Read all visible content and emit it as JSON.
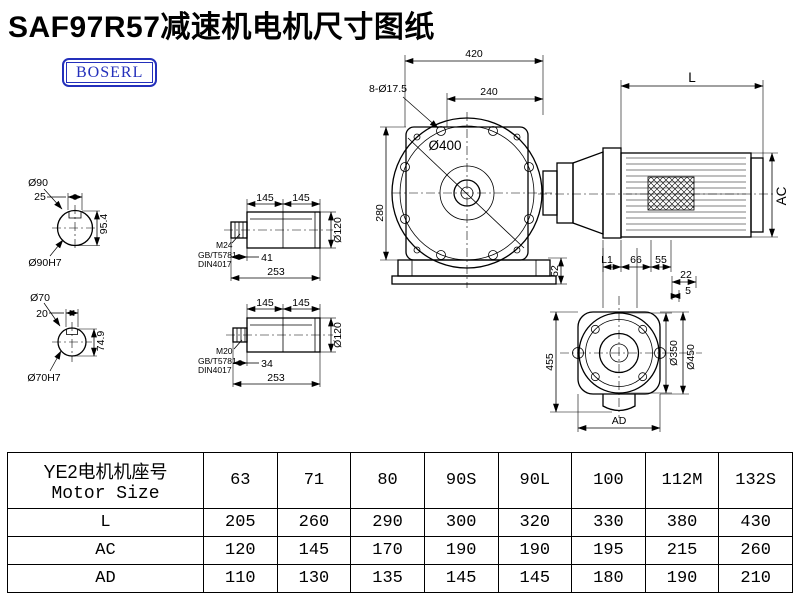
{
  "page": {
    "title": "SAF97R57减速机电机尺寸图纸",
    "logo": "BOSERL"
  },
  "drawing": {
    "front_view": {
      "dim_width": "420",
      "dim_inner": "240",
      "holes_label": "8-Ø17.5",
      "dia_label": "Ø400",
      "dim_height": "280",
      "dim_base": "52"
    },
    "side_view": {
      "dim_length": "L",
      "dim_ac": "AC"
    },
    "flange_view": {
      "dim_l1": "L1",
      "dim_66": "66",
      "dim_55": "55",
      "dim_22": "22",
      "dim_5": "5",
      "dim_455": "455",
      "dia_350": "Ø350",
      "dia_450": "Ø450",
      "dim_ad": "AD"
    },
    "shaft_end_1": {
      "dia": "Ø90",
      "key_width": "25",
      "key_height": "95.4",
      "dia_tol": "Ø90H7"
    },
    "shaft_end_2": {
      "dia": "Ø70",
      "key_width": "20",
      "key_height": "74.9",
      "dia_tol": "Ø70H7"
    },
    "shaft_side_1": {
      "len_a": "145",
      "len_b": "145",
      "dia": "Ø120",
      "thread": "M24",
      "std_gb": "GB/T5781",
      "std_din": "DIN4017",
      "stud_len": "41",
      "total_len": "253"
    },
    "shaft_side_2": {
      "len_a": "145",
      "len_b": "145",
      "dia": "Ø120",
      "thread": "M20",
      "std_gb": "GB/T5781",
      "std_din": "DIN4017",
      "stud_len": "34",
      "total_len": "253"
    }
  },
  "table": {
    "header_cn": "YE2电机机座号",
    "header_en": "Motor Size",
    "sizes": [
      "63",
      "71",
      "80",
      "90S",
      "90L",
      "100",
      "112M",
      "132S"
    ],
    "rows": [
      {
        "label": "L",
        "values": [
          "205",
          "260",
          "290",
          "300",
          "320",
          "330",
          "380",
          "430"
        ]
      },
      {
        "label": "AC",
        "values": [
          "120",
          "145",
          "170",
          "190",
          "190",
          "195",
          "215",
          "260"
        ]
      },
      {
        "label": "AD",
        "values": [
          "110",
          "130",
          "135",
          "145",
          "145",
          "180",
          "190",
          "210"
        ]
      }
    ]
  }
}
